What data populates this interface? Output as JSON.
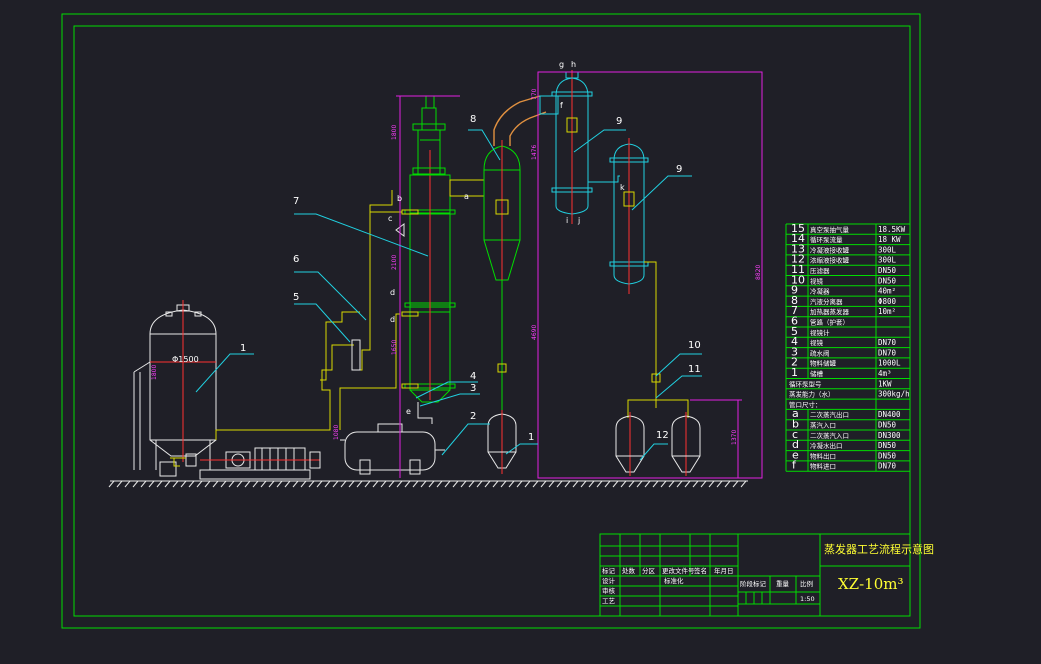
{
  "drawing": {
    "title": "蒸发器工艺流程示意图",
    "model": "XZ-10m³",
    "callouts": [
      "1",
      "2",
      "3",
      "4",
      "5",
      "6",
      "7",
      "8",
      "9",
      "9",
      "10",
      "11",
      "12",
      "1"
    ],
    "nozzles": [
      "a",
      "b",
      "c",
      "d",
      "e",
      "f",
      "g",
      "h",
      "i",
      "j",
      "k"
    ],
    "tank_label": "Φ1500",
    "dims": [
      "1800",
      "2100",
      "1650",
      "1080",
      "4690",
      "8820",
      "1476",
      "770",
      "1890",
      "1370"
    ]
  },
  "parts_table": [
    {
      "no": "15",
      "name": "真空泵抽气量",
      "value": "18.5KW"
    },
    {
      "no": "14",
      "name": "循环泵流量",
      "value": "18 KW"
    },
    {
      "no": "13",
      "name": "冷凝液接收罐",
      "value": "300L"
    },
    {
      "no": "12",
      "name": "浓缩液接收罐",
      "value": "300L"
    },
    {
      "no": "11",
      "name": "压滤器",
      "value": "DN50"
    },
    {
      "no": "10",
      "name": "视镜",
      "value": "DN50"
    },
    {
      "no": "9",
      "name": "冷凝器",
      "value": "40m²"
    },
    {
      "no": "8",
      "name": "汽液分离器",
      "value": "Φ800"
    },
    {
      "no": "7",
      "name": "加热器蒸发器",
      "value": "10m²"
    },
    {
      "no": "6",
      "name": "管路（护套）",
      "value": ""
    },
    {
      "no": "5",
      "name": "视镜计",
      "value": ""
    },
    {
      "no": "4",
      "name": "视镜",
      "value": "DN70"
    },
    {
      "no": "3",
      "name": "疏水阀",
      "value": "DN70"
    },
    {
      "no": "2",
      "name": "物料储罐",
      "value": "1000L"
    },
    {
      "no": "1",
      "name": "储槽",
      "value": "4m³"
    }
  ],
  "spec_rows": [
    {
      "label": "循环泵型号",
      "value": "1KW"
    },
    {
      "label": "蒸发能力（水）",
      "value": "300kg/h"
    },
    {
      "label": "管口尺寸：",
      "value": ""
    }
  ],
  "nozzle_table": [
    {
      "code": "a",
      "name": "二次蒸汽出口",
      "value": "DN400"
    },
    {
      "code": "b",
      "name": "蒸汽入口",
      "value": "DN50"
    },
    {
      "code": "c",
      "name": "二次蒸汽入口",
      "value": "DN300"
    },
    {
      "code": "d",
      "name": "冷凝水出口",
      "value": "DN50"
    },
    {
      "code": "e",
      "name": "物料出口",
      "value": "DN50"
    },
    {
      "code": "f",
      "name": "物料进口",
      "value": "DN70"
    }
  ],
  "title_block": {
    "row_labels": [
      "标记",
      "处数",
      "分区",
      "更改文件号",
      "签名",
      "年月日"
    ],
    "left_labels": [
      "设计",
      "审核",
      "工艺",
      "标准化"
    ],
    "mid_labels": [
      "阶段标记",
      "重量",
      "比例"
    ],
    "scale": "1:50"
  }
}
